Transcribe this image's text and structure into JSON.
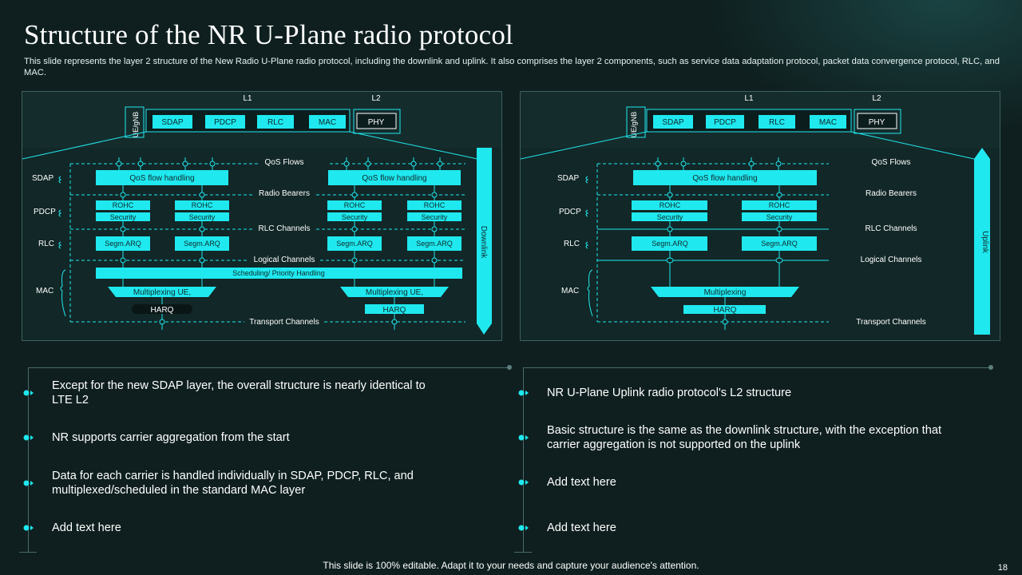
{
  "title": "Structure of the NR U-Plane radio protocol",
  "subtitle": "This slide represents the layer 2 structure of the New Radio U-Plane radio protocol, including the downlink and uplink. It also comprises the layer 2 components, such as service data adaptation protocol, packet data convergence protocol, RLC, and MAC.",
  "colors": {
    "accent": "#1fe8ef",
    "background": "#0f1f1f",
    "panel": "#152c2c"
  },
  "downlink": {
    "layer_labels": [
      "L1",
      "L2"
    ],
    "node_label": "UE/gNB",
    "stack": [
      "SDAP",
      "PDCP",
      "RLC",
      "MAC",
      "PHY"
    ],
    "side_labels": [
      "SDAP",
      "PDCP",
      "RLC",
      "MAC"
    ],
    "channels": [
      "QoS Flows",
      "Radio Bearers",
      "RLC Channels",
      "Logical Channels",
      "Transport Channels"
    ],
    "qos_block": "QoS flow handling",
    "rohc": "ROHC",
    "security": "Security",
    "segm": "Segm.ARQ",
    "scheduling": "Scheduling/ Priority Handling",
    "mux": "Multiplexing UE,",
    "harq": "HARQ",
    "arrow_label": "Downlink"
  },
  "uplink": {
    "layer_labels": [
      "L1",
      "L2"
    ],
    "node_label": "UE/gNB",
    "stack": [
      "SDAP",
      "PDCP",
      "RLC",
      "MAC",
      "PHY"
    ],
    "side_labels": [
      "SDAP",
      "PDCP",
      "RLC",
      "MAC"
    ],
    "channels": [
      "QoS Flows",
      "Radio Bearers",
      "RLC Channels",
      "Logical Channels",
      "Transport Channels"
    ],
    "qos_block": "QoS flow handling",
    "rohc": "ROHC",
    "security": "Security",
    "segm": "Segm.ARQ",
    "mux": "Multiplexing",
    "harq": "HARQ",
    "arrow_label": "Uplink"
  },
  "left_bullets": [
    "Except for the new SDAP layer, the overall structure is nearly identical to LTE L2",
    "NR supports carrier aggregation from the start",
    "Data for each carrier is handled individually  in SDAP, PDCP, RLC, and multiplexed/scheduled in the standard MAC layer",
    "Add text here"
  ],
  "right_bullets": [
    "NR U-Plane Uplink radio protocol's L2 structure",
    "Basic structure is the same as the downlink structure, with the exception that carrier aggregation is not supported on the uplink",
    "Add text here",
    "Add text here"
  ],
  "footer": "This slide is 100% editable. Adapt it to your needs and capture your audience's attention.",
  "page_number": "18"
}
